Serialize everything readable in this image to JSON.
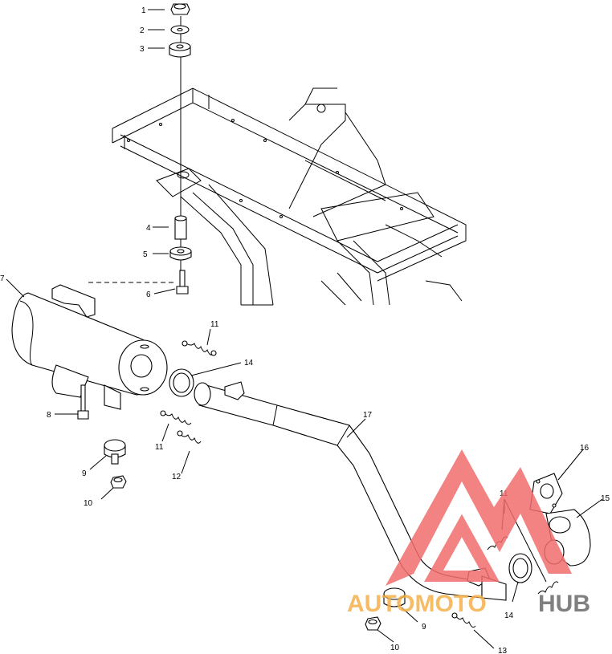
{
  "callouts": {
    "c1": "1",
    "c2": "2",
    "c3": "3",
    "c4": "4",
    "c5": "5",
    "c6": "6",
    "c7": "7",
    "c8": "8",
    "c9a": "9",
    "c10a": "10",
    "c11a": "11",
    "c11b": "11",
    "c12": "12",
    "c14a": "14",
    "c17": "17",
    "c16": "16",
    "c15": "15",
    "c11c": "11",
    "c14b": "14",
    "c9b": "9",
    "c10b": "10",
    "c13": "13"
  },
  "watermark": {
    "text_part1": "AUTOMOTO",
    "text_part2": "HUB",
    "color_red": "#f26d6d",
    "color_orange": "#f5b04a",
    "color_gray": "#6b6b6b"
  }
}
